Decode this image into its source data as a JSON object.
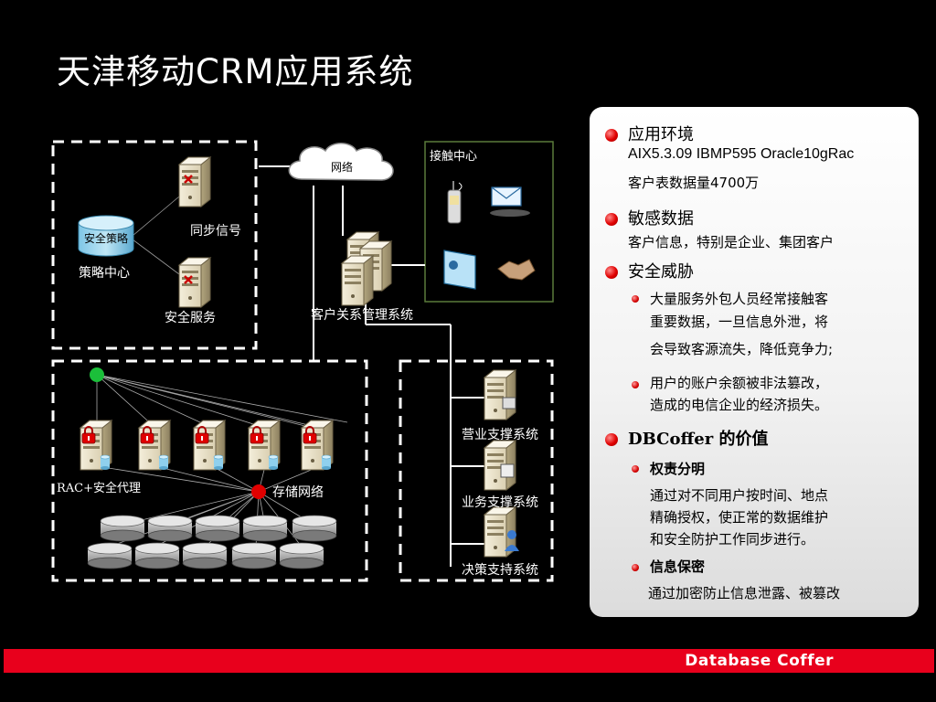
{
  "title": "天津移动CRM应用系统",
  "diagram": {
    "cloud_label": "网络",
    "contact_center_label": "接触中心",
    "security_policy_label": "安全策略",
    "policy_center_label": "策略中心",
    "sync_signal_label": "同步信号",
    "security_service_label": "安全服务",
    "crm_system_label": "客户关系管理系统",
    "rac_proxy_label": "RAC+安全代理",
    "storage_network_label": "存储网络",
    "business_support_label": "营业支撑系统",
    "operation_support_label": "业务支撑系统",
    "decision_support_label": "决策支持系统"
  },
  "panel": {
    "s1_heading": "应用环境",
    "s1_line1": "AIX5.3.09 IBMP595 Oracle10gRac",
    "s1_line2": "客户表数据量4700万",
    "s2_heading": "敏感数据",
    "s2_line1": "客户信息，特别是企业、集团客户",
    "s3_heading": "安全威胁",
    "s3_b1_l1": "大量服务外包人员经常接触客",
    "s3_b1_l2": "重要数据，一旦信息外泄，将",
    "s3_b1_l3": "会导致客源流失，降低竞争力;",
    "s3_b2_l1": "用户的账户余额被非法篡改，",
    "s3_b2_l2": "造成的电信企业的经济损失。",
    "s4_heading": "DBCoffer 的价值",
    "s4_b1_title": "权责分明",
    "s4_b1_l1": "通过对不同用户按时间、地点",
    "s4_b1_l2": "精确授权，使正常的数据维护",
    "s4_b1_l3": "和安全防护工作同步进行。",
    "s4_b2_title": "信息保密",
    "s4_b2_l1": "通过加密防止信息泄露、被篡改"
  },
  "footer": {
    "brand": "Database Coffer"
  },
  "colors": {
    "accent_red": "#e8001c",
    "server_beige": "#e6dcc0",
    "contact_border": "#5a7a3a"
  }
}
